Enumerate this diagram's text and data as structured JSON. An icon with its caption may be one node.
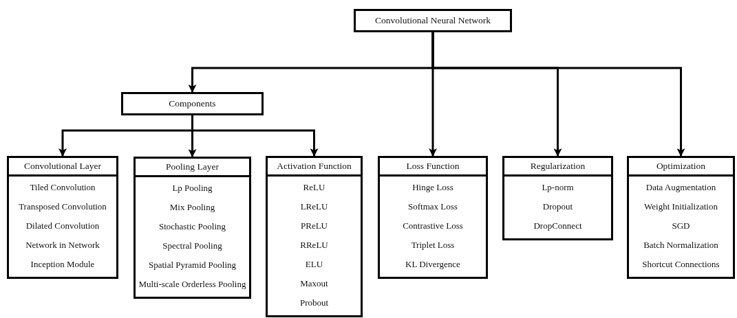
{
  "diagram": {
    "nodes": [
      {
        "text": [
          "Convolutional Neural Network"
        ]
      },
      {
        "text": [
          "Components"
        ]
      },
      {
        "text": [
          "Convolutional Layer",
          "Tiled Convolution",
          "Transposed Convolution",
          "Dilated Convolution",
          "Network in Network",
          "Inception Module"
        ]
      },
      {
        "text": [
          "Pooling Layer",
          "Lp Pooling",
          "Mix Pooling",
          "Stochastic Pooling",
          "Spectral Pooling",
          "Spatial Pyramid Pooling",
          "Multi-scale Orderless Pooling"
        ]
      },
      {
        "text": [
          "Activation Function",
          "ReLU",
          "LReLU",
          "PReLU",
          "RReLU",
          "ELU",
          "Maxout",
          "Probout"
        ]
      },
      {
        "text": [
          "Loss Function",
          "Hinge Loss",
          "Softmax Loss",
          "Contrastive Loss",
          "Triplet Loss",
          "KL Divergence"
        ]
      },
      {
        "text": [
          "Regularization",
          "Lp-norm",
          "Dropout",
          "DropConnect"
        ]
      },
      {
        "text": [
          "Optimization",
          "Data Augmentation",
          "Weight Initialization",
          "SGD",
          "Batch Normalization",
          "Shortcut Connections"
        ]
      }
    ],
    "edges": [
      {
        "from": 0,
        "to": 1,
        "arrow": "to"
      },
      {
        "from": 0,
        "to": 5,
        "arrow": "to"
      },
      {
        "from": 0,
        "to": 6,
        "arrow": "to"
      },
      {
        "from": 0,
        "to": 7,
        "arrow": "to"
      },
      {
        "from": 1,
        "to": 2,
        "arrow": "to"
      },
      {
        "from": 1,
        "to": 3,
        "arrow": "to"
      },
      {
        "from": 1,
        "to": 4,
        "arrow": "to"
      }
    ]
  }
}
